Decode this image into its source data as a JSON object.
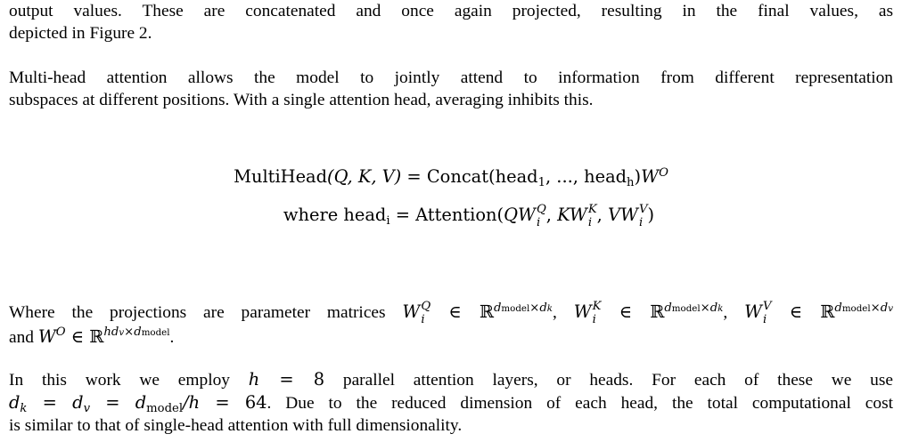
{
  "paragraph_top": {
    "line1": "output values. These are concatenated and once again projected, resulting in the final values, as",
    "line2": "depicted in Figure 2."
  },
  "paragraph_multihead": {
    "line1": "Multi-head attention allows the model to jointly attend to information from different representation",
    "line2": "subspaces at different positions. With a single attention head, averaging inhibits this."
  },
  "equation": {
    "line1": {
      "fn": "MultiHead",
      "args": "(Q, K, V)",
      "eq": " = ",
      "concat": "Concat",
      "concat_args_open": "(",
      "head": "head",
      "sub1": "1",
      "middle": ", ..., ",
      "head2": "head",
      "subh": "h",
      "concat_args_close": ")",
      "w": "W",
      "sup_o": "O"
    },
    "line2": {
      "where": "where ",
      "head": "head",
      "subi": "i",
      "eq": " = ",
      "attention": "Attention",
      "open": "(",
      "q": "Q",
      "w": "W",
      "sup_q": "Q",
      "sub_i": "i",
      "sep": ", ",
      "k": "K",
      "sup_k": "K",
      "v": "V",
      "sup_v": "V",
      "close": ")"
    }
  },
  "paragraph_projections": {
    "text_start": "Where the projections are parameter matrices ",
    "w": "W",
    "i": "i",
    "sup_q": "Q",
    "sup_k": "K",
    "sup_v": "V",
    "in": " ∈ ",
    "reals": "ℝ",
    "dmodel": "d",
    "model": "model",
    "times": "×",
    "dk": "d",
    "k": "k",
    "dv": "d",
    "v": "v",
    "comma": ", ",
    "and": "and ",
    "wo": "W",
    "o": "O",
    "hdv": "hd",
    "period": "."
  },
  "paragraph_heads": {
    "l1_a": "In this work we employ ",
    "h": "h",
    "eq8": " = 8",
    "l1_b": " parallel attention layers, or heads. For each of these we use",
    "dk_d": "d",
    "dk_k": "k",
    "eq": " = ",
    "dv_d": "d",
    "dv_v": "v",
    "dm_d": "d",
    "dm_model": "model",
    "slash_h": "/h",
    "eq64": " = 64",
    "l2_b": ". Due to the reduced dimension of each head, the total computational cost",
    "line3": "is similar to that of single-head attention with full dimensionality."
  }
}
